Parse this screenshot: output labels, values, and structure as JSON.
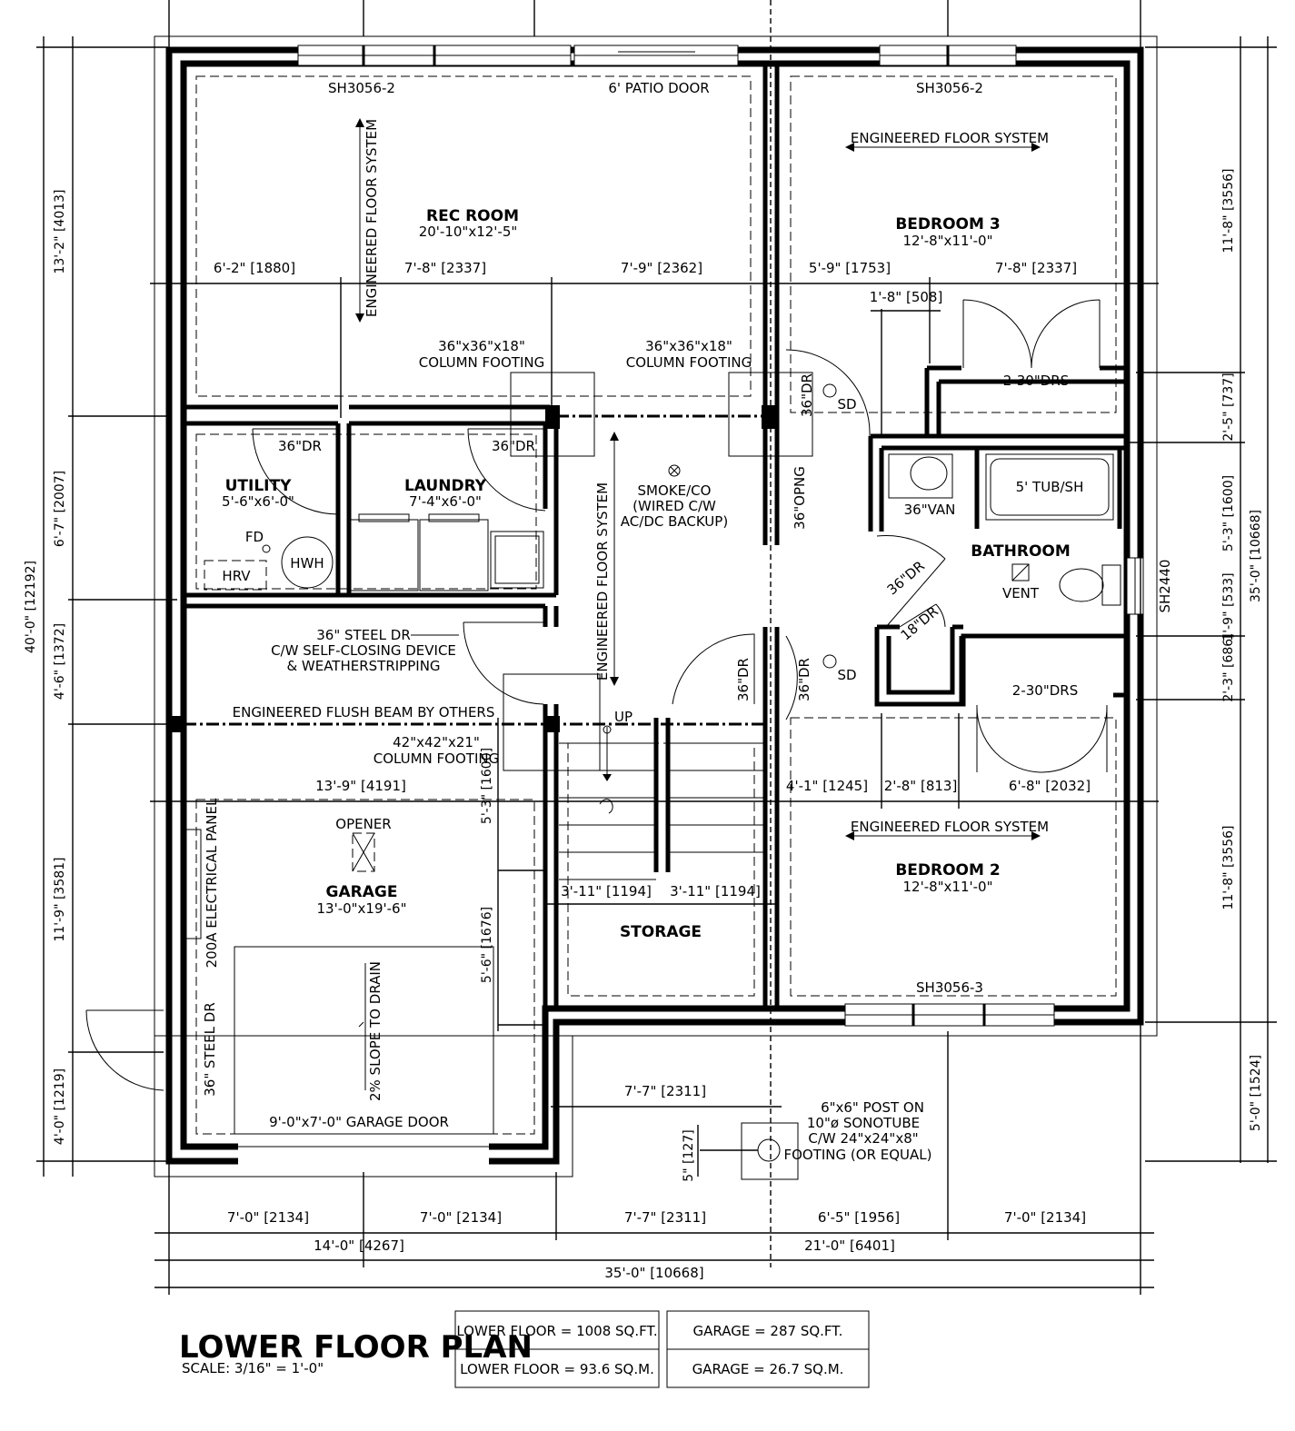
{
  "plan": {
    "title": "LOWER FLOOR PLAN",
    "scale": "SCALE: 3/16\" = 1'-0\""
  },
  "areas": {
    "lower_sqft": "LOWER FLOOR = 1008 SQ.FT.",
    "lower_sqm": "LOWER FLOOR = 93.6 SQ.M.",
    "garage_sqft": "GARAGE = 287 SQ.FT.",
    "garage_sqm": "GARAGE = 26.7 SQ.M."
  },
  "rooms": {
    "rec_name": "REC ROOM",
    "rec_size": "20'-10\"x12'-5\"",
    "bed3_name": "BEDROOM 3",
    "bed3_size": "12'-8\"x11'-0\"",
    "bed2_name": "BEDROOM 2",
    "bed2_size": "12'-8\"x11'-0\"",
    "utility_name": "UTILITY",
    "utility_size": "5'-6\"x6'-0\"",
    "laundry_name": "LAUNDRY",
    "laundry_size": "7'-4\"x6'-0\"",
    "garage_name": "GARAGE",
    "garage_size": "13'-0\"x19'-6\"",
    "bath_name": "BATHROOM",
    "storage_name": "STORAGE"
  },
  "labels": {
    "win_rec": "SH3056-2",
    "patio": "6' PATIO DOOR",
    "win_bed3": "SH3056-2",
    "win_bed2": "SH3056-3",
    "win_bath": "SH2440",
    "efs": "ENGINEERED FLOOR SYSTEM",
    "footing1": "36\"x36\"x18\"",
    "footing1b": "COLUMN FOOTING",
    "footing2": "36\"x36\"x18\"",
    "footing2b": "COLUMN FOOTING",
    "footing3": "42\"x42\"x21\"",
    "footing3b": "COLUMN FOOTING",
    "dr36": "36\"DR",
    "drs2": "2-30\"DRS",
    "sd": "SD",
    "opng": "36\"OPNG",
    "smoke1": "SMOKE/CO",
    "smoke2": "(WIRED C/W",
    "smoke3": "AC/DC BACKUP)",
    "van": "36\"VAN",
    "tub": "5' TUB/SH",
    "vent": "VENT",
    "dr18": "18\"DR",
    "fd": "FD",
    "hrv": "HRV",
    "hwh": "HWH",
    "steel1": "36\" STEEL DR",
    "steel2": "C/W SELF-CLOSING DEVICE",
    "steel3": "& WEATHERSTRIPPING",
    "flush": "ENGINEERED FLUSH BEAM BY OTHERS",
    "up": "UP",
    "opener": "OPENER",
    "panel": "200A ELECTRICAL PANEL",
    "steeldr": "36\" STEEL DR",
    "slope": "2% SLOPE TO DRAIN",
    "garagedoor": "9'-0\"x7'-0\" GARAGE DOOR",
    "post1": "6\"x6\" POST ON",
    "post2": "10\"ø SONOTUBE",
    "post3": "C/W 24\"x24\"x8\"",
    "post4": "FOOTING (OR EQUAL)"
  },
  "dims": {
    "h1": "6'-2\" [1880]",
    "h2": "7'-8\" [2337]",
    "h3": "7'-9\" [2362]",
    "h4": "5'-9\" [1753]",
    "h5": "7'-8\" [2337]",
    "h6": "1'-8\" [508]",
    "h7": "13'-9\" [4191]",
    "h8": "4'-1\" [1245]",
    "h9": "2'-8\" [813]",
    "h10": "6'-8\" [2032]",
    "h11": "3'-11\" [1194]",
    "h12": "3'-11\" [1194]",
    "h13": "7'-7\" [2311]",
    "b1": "7'-0\" [2134]",
    "b2": "7'-0\" [2134]",
    "b3": "7'-7\" [2311]",
    "b4": "6'-5\" [1956]",
    "b5": "7'-0\" [2134]",
    "b6": "14'-0\" [4267]",
    "b7": "21'-0\" [6401]",
    "b8": "35'-0\" [10668]",
    "l1": "13'-2\" [4013]",
    "l2": "6'-7\" [2007]",
    "l3": "4'-6\" [1372]",
    "l4": "11'-9\" [3581]",
    "l5": "4'-0\" [1219]",
    "l6": "40'-0\" [12192]",
    "r1": "11'-8\" [3556]",
    "r2": "2'-5\" [737]",
    "r3": "5'-3\" [1600]",
    "r4": "1'-9\" [533]",
    "r5": "2'-3\" [686]",
    "r6": "11'-8\" [3556]",
    "r7": "5'-0\" [1524]",
    "r8": "35'-0\" [10668]",
    "s1": "5'-3\" [1600]",
    "s2": "5'-6\" [1676]",
    "s3": "5\" [127]"
  }
}
